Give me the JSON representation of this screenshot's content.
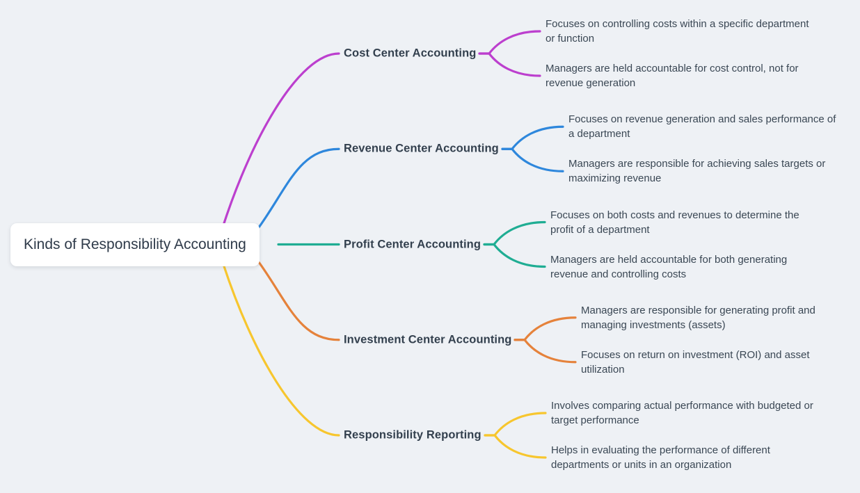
{
  "canvas": {
    "background": "#EEF1F5"
  },
  "root": {
    "label": "Kinds of Responsibility Accounting",
    "background": "#FFFFFF",
    "text_color": "#2F3B4A"
  },
  "text_colors": {
    "topic": "#33404E",
    "leaf": "#3A4754"
  },
  "branches": [
    {
      "label": "Cost Center Accounting",
      "color": "#BC3FCE",
      "leaves": [
        "Focuses on controlling costs within a specific department\nor function",
        "Managers are held accountable for cost control, not for\nrevenue generation"
      ]
    },
    {
      "label": "Revenue Center Accounting",
      "color": "#2E87DC",
      "leaves": [
        "Focuses on revenue generation and sales performance of\na department",
        "Managers are responsible for achieving sales targets or\nmaximizing revenue"
      ]
    },
    {
      "label": "Profit Center Accounting",
      "color": "#1FAD93",
      "leaves": [
        "Focuses on both costs and revenues to determine the\nprofit of a department",
        "Managers are held accountable for both generating\nrevenue and controlling costs"
      ]
    },
    {
      "label": "Investment Center Accounting",
      "color": "#E5823B",
      "leaves": [
        "Managers are responsible for generating profit and\nmanaging investments (assets)",
        "Focuses on return on investment (ROI) and asset\nutilization"
      ]
    },
    {
      "label": "Responsibility Reporting",
      "color": "#F7C62E",
      "leaves": [
        "Involves comparing actual performance with budgeted or\ntarget performance",
        "Helps in evaluating the performance of different\ndepartments or units in an organization"
      ]
    }
  ]
}
